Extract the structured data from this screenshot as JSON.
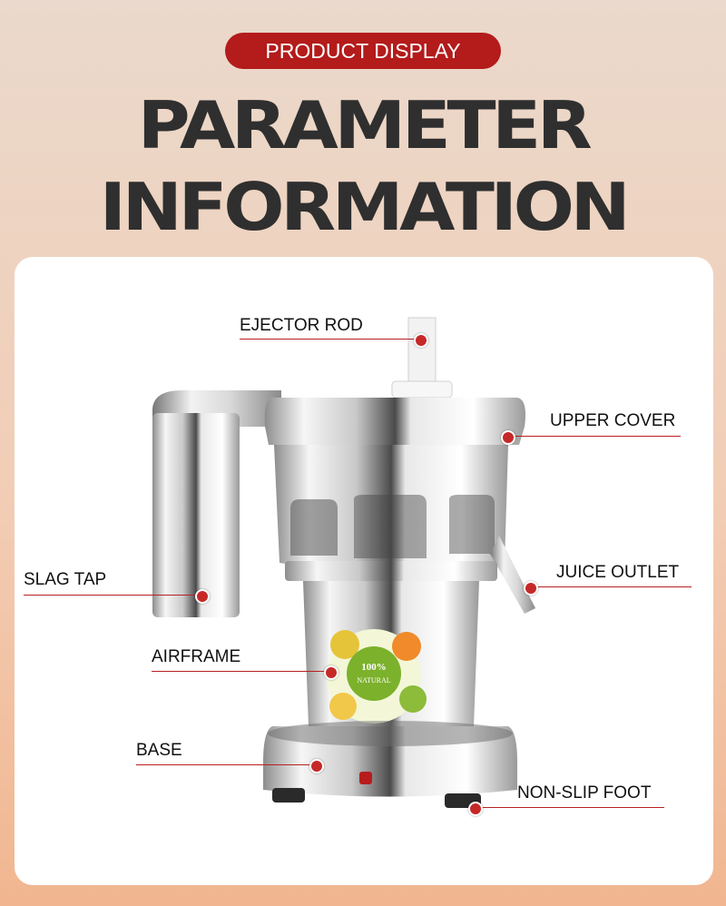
{
  "header": {
    "badge": "PRODUCT DISPLAY",
    "title_line1": "PARAMETER",
    "title_line2": "INFORMATION"
  },
  "callouts": {
    "ejector_rod": "EJECTOR ROD",
    "upper_cover": "UPPER COVER",
    "slag_tap": "SLAG TAP",
    "juice_outlet": "JUICE OUTLET",
    "airframe": "AIRFRAME",
    "base": "BASE",
    "non_slip_foot": "NON-SLIP FOOT"
  },
  "sticker": {
    "text_top": "100%",
    "text_bottom": "NATURAL"
  },
  "colors": {
    "accent": "#b41b1b",
    "title": "#2f2f2f"
  }
}
